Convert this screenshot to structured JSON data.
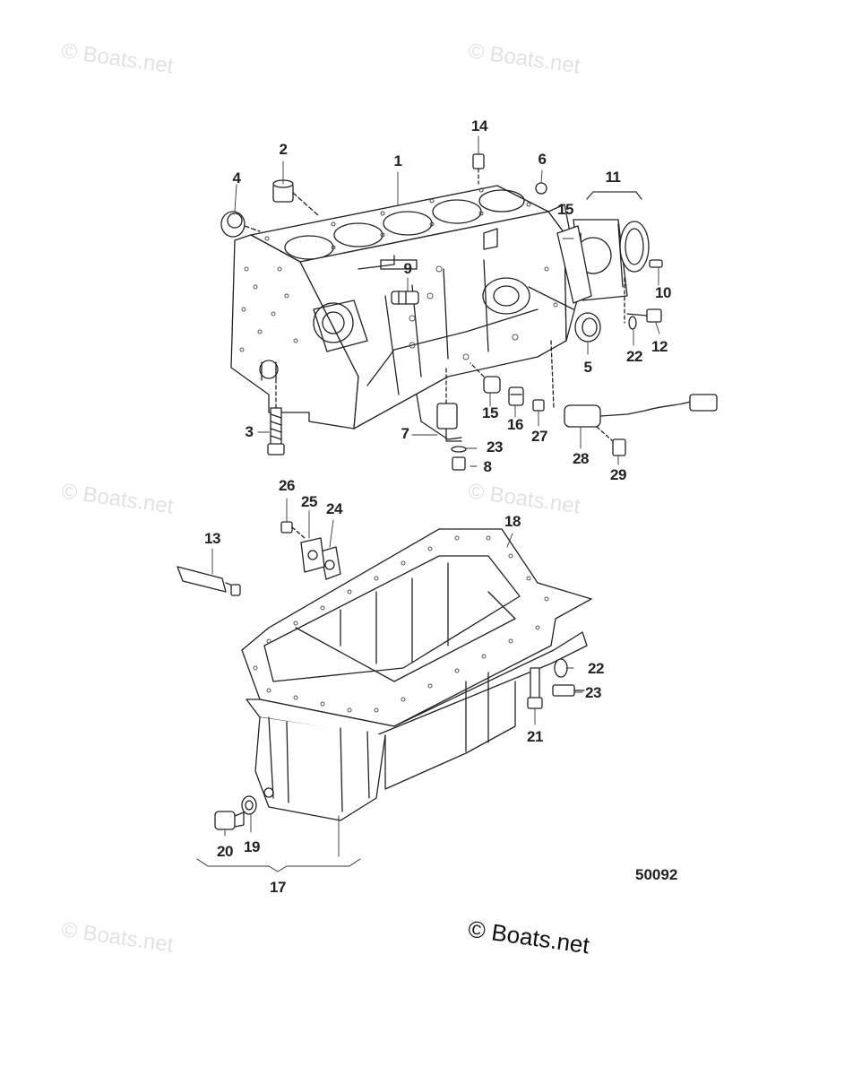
{
  "watermark": {
    "text": "© Boats.net",
    "main_text": "© Boats.net"
  },
  "figure_number": "50092",
  "callouts": [
    {
      "id": "c1",
      "label": "1"
    },
    {
      "id": "c2",
      "label": "2"
    },
    {
      "id": "c3",
      "label": "3"
    },
    {
      "id": "c4",
      "label": "4"
    },
    {
      "id": "c5",
      "label": "5"
    },
    {
      "id": "c6",
      "label": "6"
    },
    {
      "id": "c7",
      "label": "7"
    },
    {
      "id": "c8",
      "label": "8"
    },
    {
      "id": "c9",
      "label": "9"
    },
    {
      "id": "c10",
      "label": "10"
    },
    {
      "id": "c11",
      "label": "11"
    },
    {
      "id": "c12",
      "label": "12"
    },
    {
      "id": "c13",
      "label": "13"
    },
    {
      "id": "c14",
      "label": "14"
    },
    {
      "id": "c15a",
      "label": "15"
    },
    {
      "id": "c15b",
      "label": "15"
    },
    {
      "id": "c16",
      "label": "16"
    },
    {
      "id": "c17",
      "label": "17"
    },
    {
      "id": "c18",
      "label": "18"
    },
    {
      "id": "c19",
      "label": "19"
    },
    {
      "id": "c20",
      "label": "20"
    },
    {
      "id": "c21",
      "label": "21"
    },
    {
      "id": "c22a",
      "label": "22"
    },
    {
      "id": "c22b",
      "label": "22"
    },
    {
      "id": "c23a",
      "label": "23"
    },
    {
      "id": "c23b",
      "label": "23"
    },
    {
      "id": "c24",
      "label": "24"
    },
    {
      "id": "c25",
      "label": "25"
    },
    {
      "id": "c26",
      "label": "26"
    },
    {
      "id": "c27",
      "label": "27"
    },
    {
      "id": "c28",
      "label": "28"
    },
    {
      "id": "c29",
      "label": "29"
    }
  ]
}
